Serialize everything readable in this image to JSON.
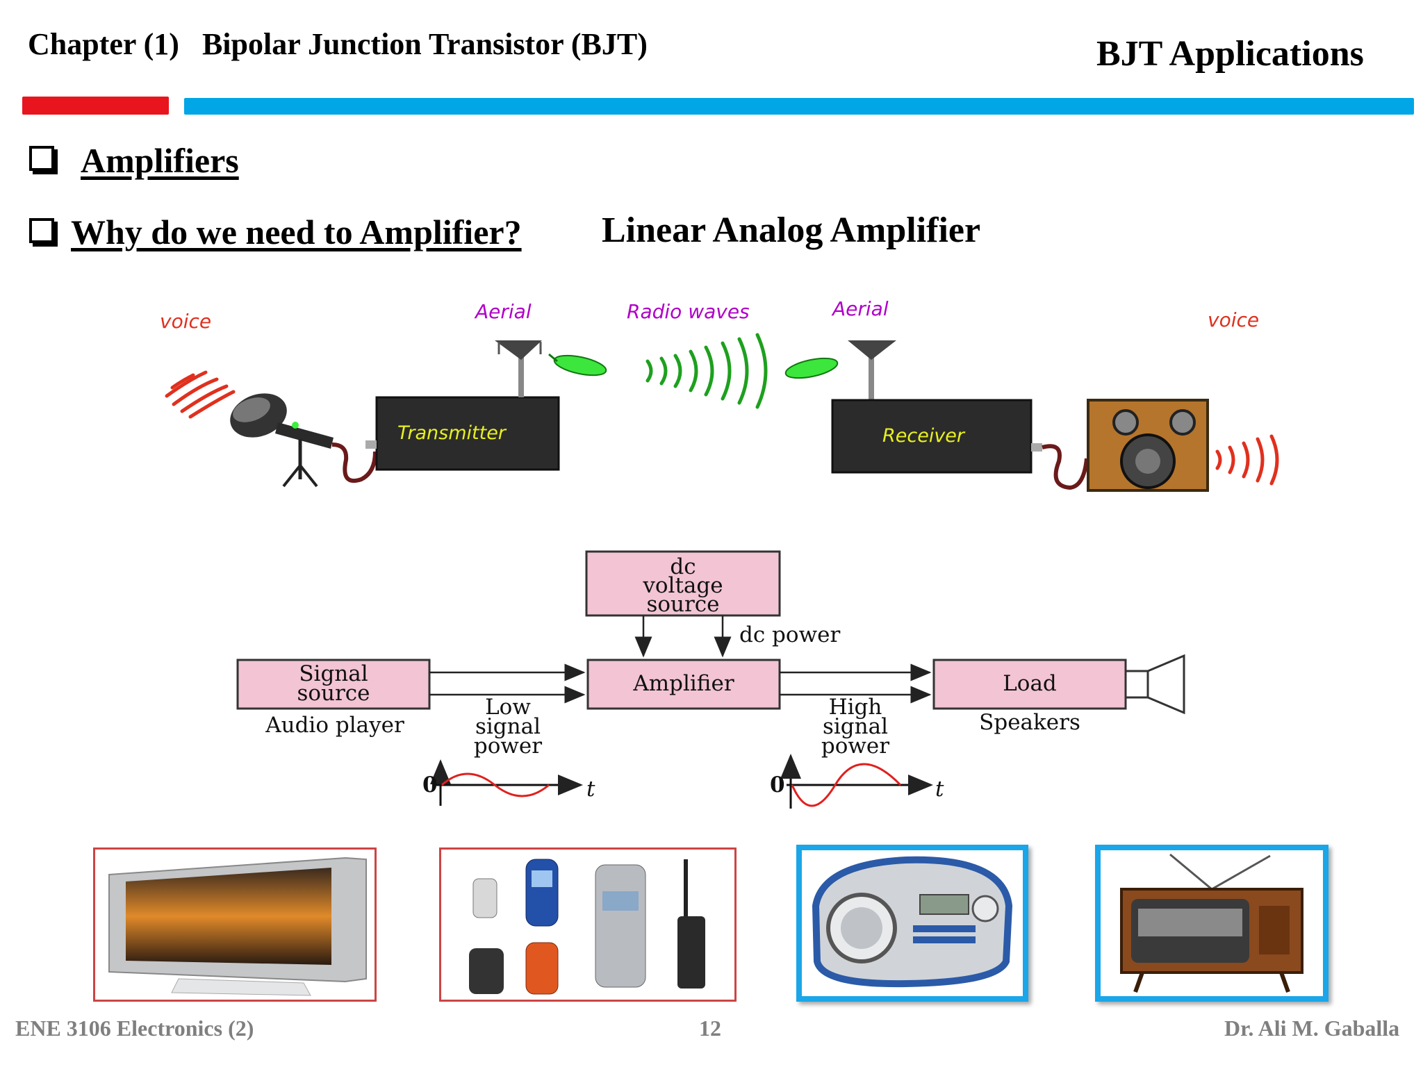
{
  "header": {
    "chapter_label": "Chapter (1)",
    "chapter_title": "Bipolar Junction Transistor (BJT)",
    "section_title": "BJT Applications"
  },
  "bullets": [
    {
      "label": "Amplifiers"
    },
    {
      "label": "Why do we need to Amplifier?"
    }
  ],
  "subheading": "Linear Analog Amplifier",
  "radio_diagram": {
    "voice_left": "voice",
    "aerial_left": "Aerial",
    "radio_waves": "Radio waves",
    "aerial_right": "Aerial",
    "voice_right": "voice",
    "transmitter": "Transmitter",
    "receiver": "Receiver"
  },
  "block_diagram": {
    "dc_source": [
      "dc",
      "voltage",
      "source"
    ],
    "dc_power": "dc power",
    "signal_source": [
      "Signal",
      "source"
    ],
    "audio_player": "Audio player",
    "amplifier": "Amplifier",
    "load": "Load",
    "speakers": "Speakers",
    "low_power": [
      "Low",
      "signal",
      "power"
    ],
    "high_power": [
      "High",
      "signal",
      "power"
    ],
    "axis_zero": "0",
    "axis_t": "t"
  },
  "device_images": [
    "tv-flatscreen",
    "phones-radios",
    "portable-radio",
    "retro-tv"
  ],
  "colors": {
    "red_bar": "#e8151f",
    "blue_bar": "#00a6e6",
    "block_fill": "#f2c4d4",
    "wave_green": "#1ea01e",
    "wave_red": "#e0301e",
    "label_magenta": "#b000c8",
    "box_text": "#e8f020"
  },
  "footer": {
    "course": "ENE 3106 Electronics  (2)",
    "page": "12",
    "author": "Dr. Ali M. Gaballa"
  }
}
